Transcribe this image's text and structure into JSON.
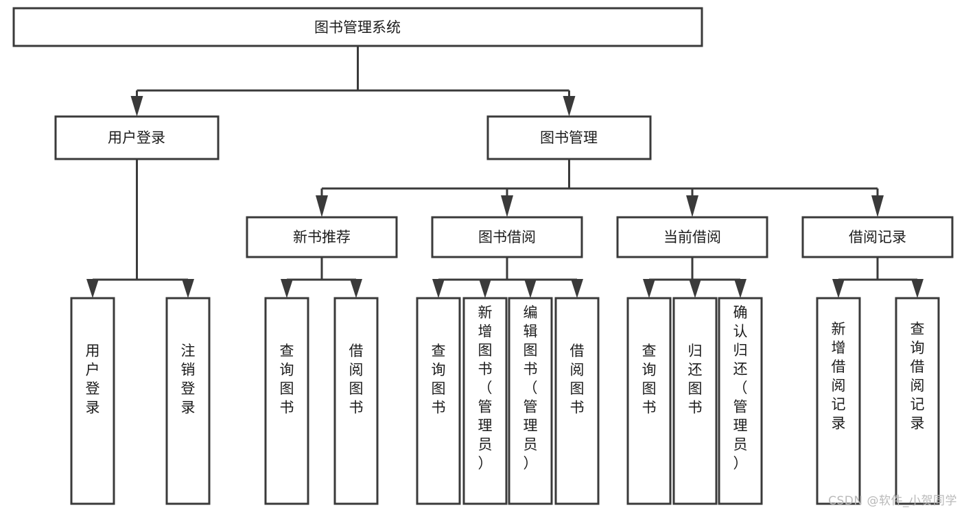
{
  "diagram": {
    "type": "tree",
    "title": "图书管理系统",
    "watermark": "CSDN @软件_小贺同学",
    "colors": {
      "box_stroke": "#3a3a3a",
      "box_fill": "#ffffff",
      "text": "#1c1c1c",
      "background": "#ffffff",
      "watermark": "#b9b9b9"
    },
    "levels": {
      "root": {
        "label": "图书管理系统"
      },
      "level2": [
        {
          "id": "user-login",
          "label": "用户登录"
        },
        {
          "id": "book-management",
          "label": "图书管理"
        }
      ],
      "level3": [
        {
          "id": "new-book-recommend",
          "label": "新书推荐",
          "parent": "book-management"
        },
        {
          "id": "book-borrow",
          "label": "图书借阅",
          "parent": "book-management"
        },
        {
          "id": "current-borrow",
          "label": "当前借阅",
          "parent": "book-management"
        },
        {
          "id": "borrow-record",
          "label": "借阅记录",
          "parent": "book-management"
        }
      ],
      "leaves": [
        {
          "id": "leaf-user-login",
          "label": "用户登录",
          "parent": "user-login"
        },
        {
          "id": "leaf-logout-login",
          "label": "注销登录",
          "parent": "user-login"
        },
        {
          "id": "leaf-query-book-1",
          "label": "查询图书",
          "parent": "new-book-recommend"
        },
        {
          "id": "leaf-borrow-book-1",
          "label": "借阅图书",
          "parent": "new-book-recommend"
        },
        {
          "id": "leaf-query-book-2",
          "label": "查询图书",
          "parent": "book-borrow"
        },
        {
          "id": "leaf-add-book",
          "label": "新增图书（管理员）",
          "parent": "book-borrow"
        },
        {
          "id": "leaf-edit-book",
          "label": "编辑图书（管理员）",
          "parent": "book-borrow"
        },
        {
          "id": "leaf-borrow-book-2",
          "label": "借阅图书",
          "parent": "book-borrow"
        },
        {
          "id": "leaf-query-book-3",
          "label": "查询图书",
          "parent": "current-borrow"
        },
        {
          "id": "leaf-return-book",
          "label": "归还图书",
          "parent": "current-borrow"
        },
        {
          "id": "leaf-confirm-return",
          "label": "确认归还（管理员）",
          "parent": "current-borrow"
        },
        {
          "id": "leaf-add-record",
          "label": "新增借阅记录",
          "parent": "borrow-record"
        },
        {
          "id": "leaf-query-record",
          "label": "查询借阅记录",
          "parent": "borrow-record"
        }
      ]
    }
  }
}
